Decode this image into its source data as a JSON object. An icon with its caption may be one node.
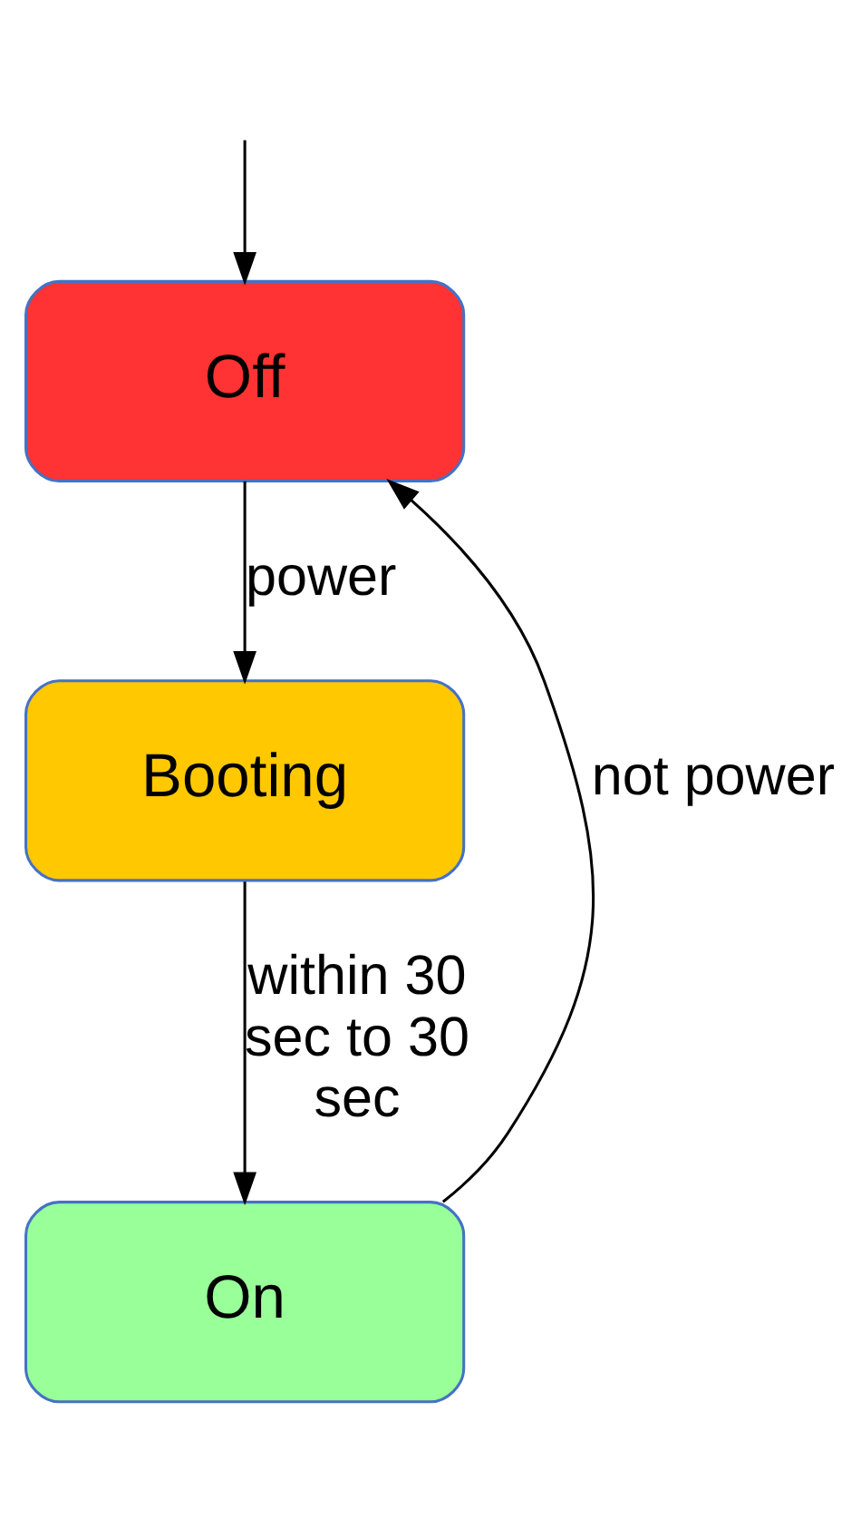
{
  "diagram": {
    "nodes": [
      {
        "text": [
          "Off"
        ]
      },
      {
        "text": [
          "Booting"
        ]
      },
      {
        "text": [
          "On"
        ]
      }
    ],
    "edges": [
      {
        "from": null,
        "to": 0,
        "arrow": "to"
      },
      {
        "from": 0,
        "to": 1,
        "arrow": "to",
        "label": "power"
      },
      {
        "from": 1,
        "to": 2,
        "arrow": "to",
        "label": "within 30 sec to 30 sec"
      },
      {
        "from": 2,
        "to": 0,
        "arrow": "to",
        "label": "not power"
      }
    ]
  }
}
